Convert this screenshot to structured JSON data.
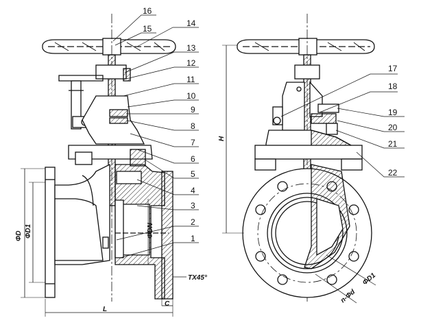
{
  "callouts": [
    "16",
    "15",
    "14",
    "13",
    "12",
    "11",
    "10",
    "9",
    "8",
    "7",
    "6",
    "5",
    "4",
    "3",
    "2",
    "1"
  ],
  "callouts_right": [
    "17",
    "18",
    "19",
    "20",
    "21",
    "22"
  ],
  "dims": {
    "L": "L",
    "C": "C",
    "H": "H",
    "D": "ΦD",
    "D1": "ΦD1",
    "DN": "ΦDN",
    "chamfer": "TX45°",
    "bolt_circle": "ΦD1",
    "bolt_holes": "n-Φd"
  },
  "colors": {
    "line": "#111111",
    "hatch": "#222222",
    "paper": "#ffffff"
  }
}
